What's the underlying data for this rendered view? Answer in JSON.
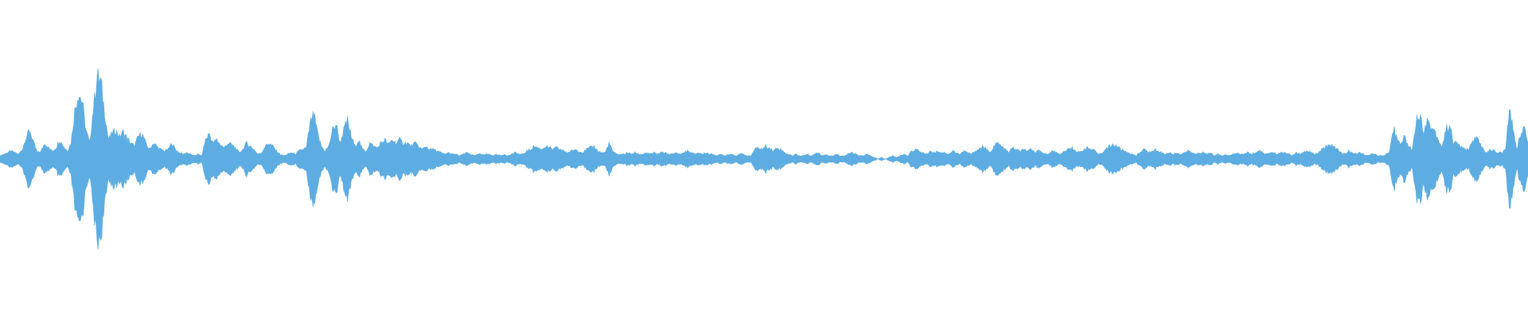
{
  "waveform": {
    "color": "#5dade2",
    "peaks": [
      0.02,
      0.03,
      0.04,
      0.05,
      0.04,
      0.03,
      0.06,
      0.14,
      0.18,
      0.1,
      0.04,
      0.05,
      0.1,
      0.07,
      0.05,
      0.07,
      0.12,
      0.08,
      0.05,
      0.1,
      0.3,
      0.42,
      0.36,
      0.18,
      0.1,
      0.32,
      0.52,
      0.48,
      0.3,
      0.12,
      0.16,
      0.18,
      0.14,
      0.17,
      0.13,
      0.1,
      0.08,
      0.14,
      0.16,
      0.1,
      0.06,
      0.1,
      0.08,
      0.06,
      0.05,
      0.06,
      0.1,
      0.06,
      0.04,
      0.03,
      0.04,
      0.03,
      0.02,
      0.03,
      0.02,
      0.12,
      0.16,
      0.1,
      0.12,
      0.09,
      0.07,
      0.1,
      0.09,
      0.07,
      0.04,
      0.06,
      0.1,
      0.08,
      0.06,
      0.03,
      0.04,
      0.08,
      0.1,
      0.08,
      0.05,
      0.03,
      0.02,
      0.03,
      0.04,
      0.03,
      0.05,
      0.06,
      0.07,
      0.22,
      0.28,
      0.16,
      0.08,
      0.05,
      0.08,
      0.18,
      0.22,
      0.1,
      0.18,
      0.24,
      0.14,
      0.08,
      0.12,
      0.06,
      0.05,
      0.1,
      0.08,
      0.07,
      0.1,
      0.12,
      0.09,
      0.12,
      0.1,
      0.12,
      0.1,
      0.1,
      0.08,
      0.1,
      0.08,
      0.06,
      0.08,
      0.06,
      0.06,
      0.05,
      0.04,
      0.03,
      0.04,
      0.03,
      0.03,
      0.02,
      0.03,
      0.04,
      0.03,
      0.02,
      0.03,
      0.03,
      0.03,
      0.03,
      0.02,
      0.03,
      0.02,
      0.03,
      0.02,
      0.03,
      0.04,
      0.03,
      0.03,
      0.05,
      0.06,
      0.08,
      0.07,
      0.06,
      0.08,
      0.07,
      0.06,
      0.07,
      0.06,
      0.05,
      0.04,
      0.05,
      0.06,
      0.05,
      0.04,
      0.06,
      0.07,
      0.08,
      0.05,
      0.04,
      0.04,
      0.1,
      0.05,
      0.03,
      0.03,
      0.03,
      0.04,
      0.03,
      0.04,
      0.03,
      0.03,
      0.04,
      0.03,
      0.04,
      0.03,
      0.04,
      0.04,
      0.03,
      0.03,
      0.04,
      0.03,
      0.04,
      0.05,
      0.04,
      0.03,
      0.04,
      0.03,
      0.04,
      0.03,
      0.03,
      0.02,
      0.03,
      0.02,
      0.03,
      0.03,
      0.02,
      0.03,
      0.03,
      0.02,
      0.02,
      0.06,
      0.07,
      0.06,
      0.08,
      0.07,
      0.05,
      0.07,
      0.06,
      0.04,
      0.03,
      0.02,
      0.03,
      0.02,
      0.02,
      0.03,
      0.02,
      0.03,
      0.04,
      0.02,
      0.03,
      0.02,
      0.02,
      0.03,
      0.02,
      0.02,
      0.03,
      0.04,
      0.03,
      0.02,
      0.02,
      0.03,
      0.02,
      0.01,
      0.0,
      0.01,
      0.0,
      0.01,
      0.02,
      0.01,
      0.02,
      0.03,
      0.02,
      0.05,
      0.06,
      0.05,
      0.04,
      0.03,
      0.05,
      0.04,
      0.05,
      0.04,
      0.04,
      0.03,
      0.05,
      0.04,
      0.03,
      0.05,
      0.04,
      0.03,
      0.05,
      0.06,
      0.08,
      0.06,
      0.04,
      0.08,
      0.1,
      0.08,
      0.06,
      0.04,
      0.07,
      0.06,
      0.05,
      0.06,
      0.05,
      0.06,
      0.04,
      0.05,
      0.04,
      0.03,
      0.04,
      0.05,
      0.04,
      0.03,
      0.05,
      0.06,
      0.07,
      0.05,
      0.04,
      0.06,
      0.07,
      0.06,
      0.05,
      0.03,
      0.04,
      0.06,
      0.08,
      0.09,
      0.08,
      0.06,
      0.05,
      0.04,
      0.03,
      0.02,
      0.04,
      0.06,
      0.05,
      0.04,
      0.06,
      0.05,
      0.04,
      0.03,
      0.04,
      0.03,
      0.04,
      0.03,
      0.04,
      0.05,
      0.04,
      0.03,
      0.04,
      0.04,
      0.03,
      0.04,
      0.02,
      0.03,
      0.02,
      0.03,
      0.02,
      0.03,
      0.04,
      0.03,
      0.03,
      0.04,
      0.03,
      0.04,
      0.05,
      0.04,
      0.03,
      0.04,
      0.04,
      0.03,
      0.04,
      0.04,
      0.03,
      0.02,
      0.04,
      0.03,
      0.04,
      0.05,
      0.04,
      0.03,
      0.04,
      0.06,
      0.08,
      0.09,
      0.08,
      0.06,
      0.04,
      0.03,
      0.05,
      0.04,
      0.03,
      0.04,
      0.03,
      0.02,
      0.03,
      0.03,
      0.02,
      0.02,
      0.03,
      0.05,
      0.2,
      0.12,
      0.1,
      0.14,
      0.08,
      0.06,
      0.24,
      0.28,
      0.18,
      0.24,
      0.2,
      0.18,
      0.12,
      0.08,
      0.18,
      0.22,
      0.1,
      0.1,
      0.08,
      0.06,
      0.06,
      0.1,
      0.14,
      0.1,
      0.06,
      0.04,
      0.06,
      0.05,
      0.04,
      0.04,
      0.06,
      0.3,
      0.2,
      0.06,
      0.16,
      0.2,
      0.1
    ]
  }
}
